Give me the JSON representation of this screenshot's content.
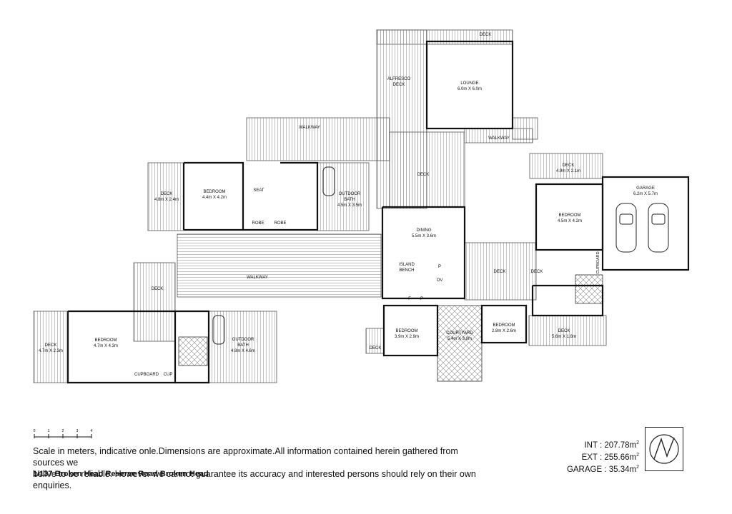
{
  "rooms": {
    "lounge": {
      "name": "LOUNGE",
      "size": "6.0m X 6.0m"
    },
    "alfresco": {
      "name": "ALFRESCO",
      "name2": "DECK"
    },
    "deck_top": "DECK",
    "walkway_top": "WALKWAY",
    "walkway_right": "WALKWAY",
    "deck_mid": "DECK",
    "bedroom_upper": {
      "name": "BEDROOM",
      "size": "4.4m X 4.2m"
    },
    "seat": "SEAT",
    "robe1": "ROBE",
    "robe2": "ROBE",
    "outdoor_bath_upper": {
      "name": "OUTDOOR",
      "name2": "BATH",
      "size": "4.5m X 3.5m"
    },
    "deck_left_upper": {
      "name": "DECK",
      "size": "4.8m X 2.4m"
    },
    "dining": {
      "name": "DINING",
      "size": "5.5m X 3.6m"
    },
    "island": {
      "name": "ISLAND",
      "name2": "BENCH"
    },
    "p1": "P",
    "ov": "OV",
    "f": "F",
    "p2": "P",
    "deck_right_upper": {
      "name": "DECK",
      "size": "4.9m X 2.1m"
    },
    "garage": {
      "name": "GARAGE",
      "size": "6.2m X 5.7m"
    },
    "bedroom_right": {
      "name": "BEDROOM",
      "size": "4.5m X 4.2m"
    },
    "cupboard_right": "CUPBOARD",
    "deck_r1": "DECK",
    "deck_r2": "DECK",
    "deck_right_lower": {
      "name": "DECK",
      "size": "5.6m X 1.8m"
    },
    "walkway_mid": "WALKWAY",
    "deck_left_mid": "DECK",
    "bedroom_lower": {
      "name": "BEDROOM",
      "size": "4.7m X 4.3m"
    },
    "deck_left_lower": {
      "name": "DECK",
      "size": "4.7m X 2.3m"
    },
    "outdoor_bath_lower": {
      "name": "OUTDOOR",
      "name2": "BATH",
      "size": "4.8m X 4.6m"
    },
    "cupboard_lower": "CUPBOARD",
    "cup": "CUP",
    "bedroom_mid": {
      "name": "BEDROOM",
      "size": "3.9m X 2.9m"
    },
    "courtyard": {
      "name": "COURTYARD",
      "size": "5.4m X 3.0m"
    },
    "bedroom_small": {
      "name": "BEDROOM",
      "size": "2.8m X 2.6m"
    },
    "deck_small": "DECK"
  },
  "scale": {
    "ticks": [
      "0",
      "1",
      "2",
      "3",
      "4"
    ]
  },
  "disclaimer": {
    "line1": "Scale in meters, indicative onle.Dimensions are approximate.All information contained herein gathered from sources we",
    "line2": "belive to be reliable. However we cannot guarantee its accuracy and interested persons should rely on their own enquiries."
  },
  "address": "1/137 Broken Head Reserve Road Broken Head",
  "areas": {
    "int": "INT : 207.78m",
    "ext": "EXT : 255.66m",
    "garage": "GARAGE : 35.34m",
    "sup": "2"
  },
  "compass_icon": "north-arrow-icon"
}
